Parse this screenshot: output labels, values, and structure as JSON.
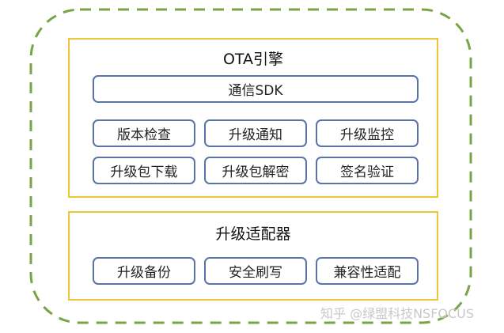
{
  "diagram": {
    "outer_container": {
      "border_style": "dashed",
      "border_color": "#78a347"
    },
    "ota_engine": {
      "title": "OTA引擎",
      "sdk": "通信SDK",
      "modules": [
        "版本检查",
        "升级通知",
        "升级监控",
        "升级包下载",
        "升级包解密",
        "签名验证"
      ]
    },
    "upgrade_adapter": {
      "title": "升级适配器",
      "modules": [
        "升级备份",
        "安全刷写",
        "兼容性适配"
      ]
    },
    "colors": {
      "section_border": "#efc63a",
      "module_border": "#5a74a8"
    }
  },
  "watermark": "知乎 @绿盟科技NSFOCUS"
}
